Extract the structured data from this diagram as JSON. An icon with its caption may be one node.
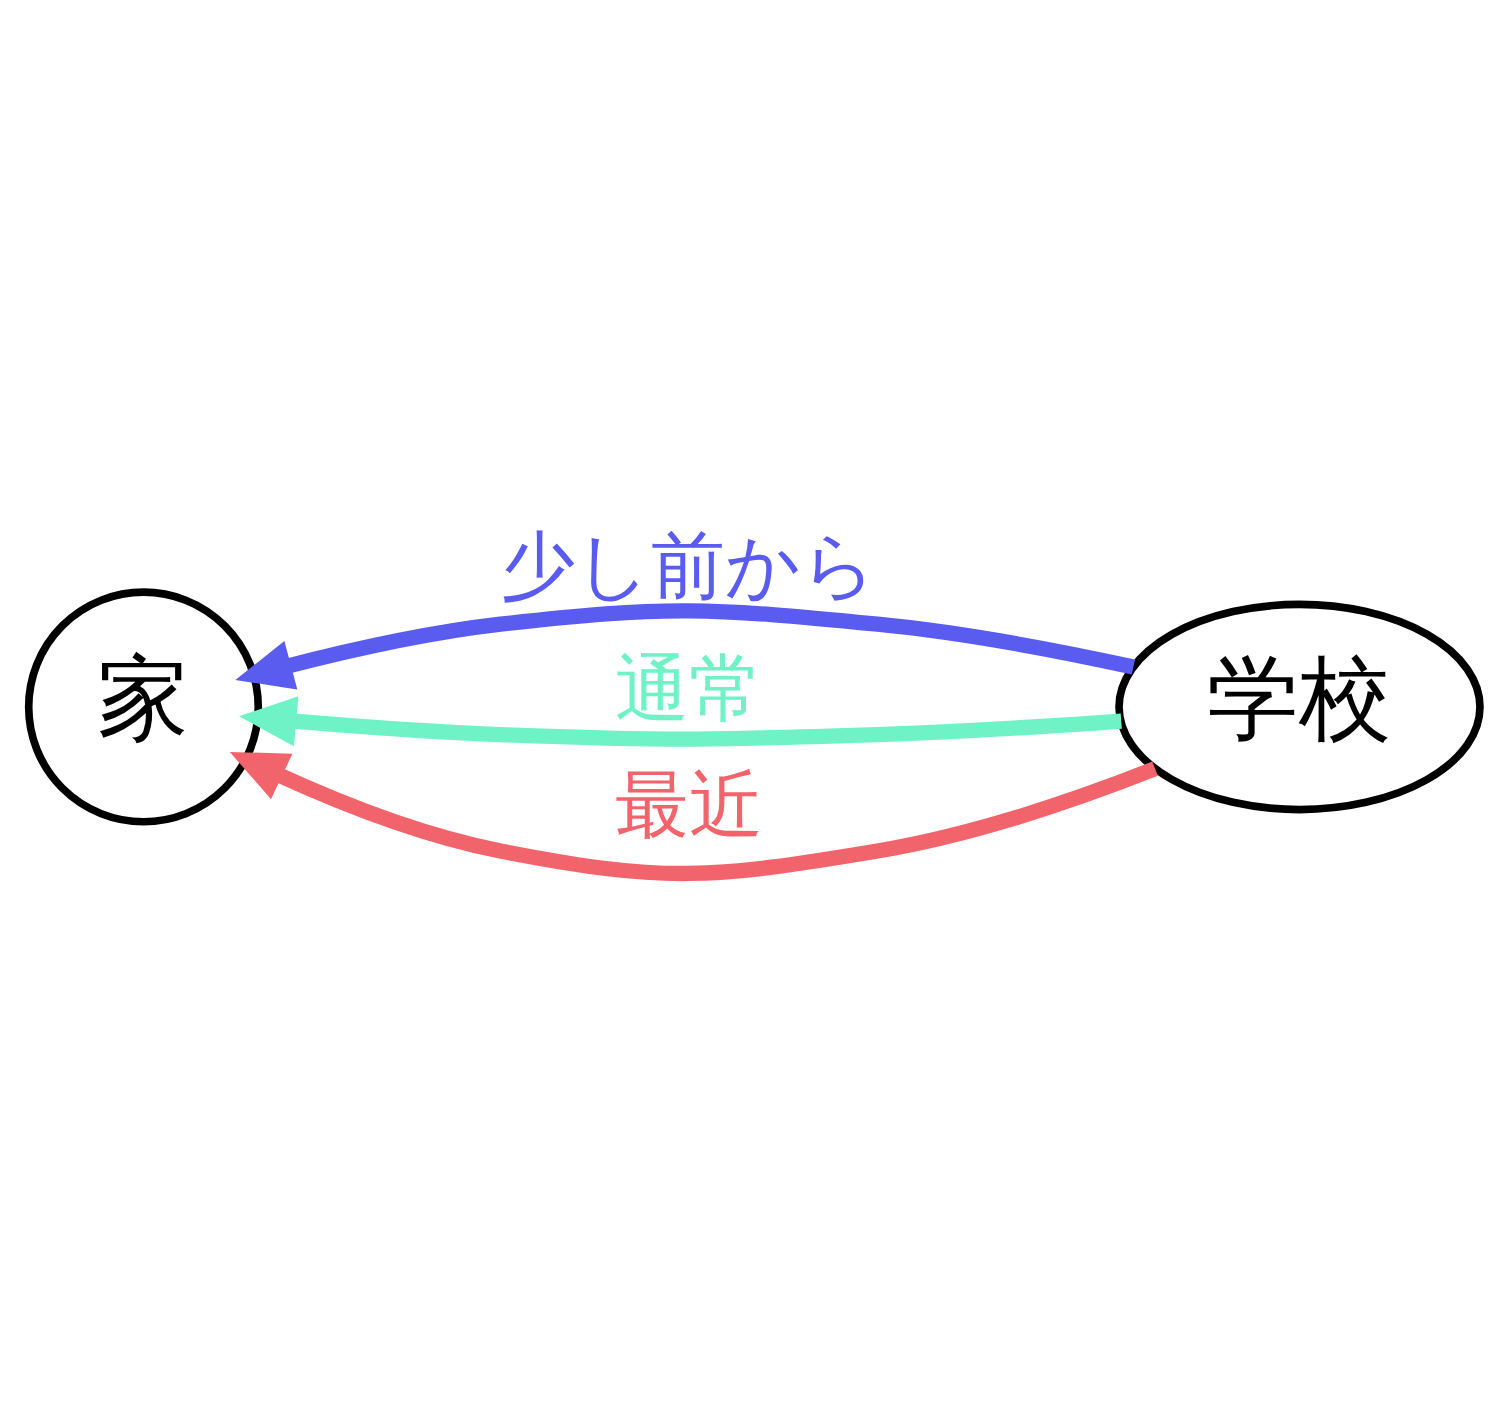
{
  "diagram": {
    "nodes": [
      {
        "text": [
          "家"
        ]
      },
      {
        "text": [
          "学校"
        ]
      }
    ],
    "edges": [
      {
        "from": 1,
        "to": 0,
        "arrow": "to",
        "label": "少し前から",
        "color": "#5a5cf0"
      },
      {
        "from": 1,
        "to": 0,
        "arrow": "to",
        "label": "通常",
        "color": "#6ef2c6"
      },
      {
        "from": 1,
        "to": 0,
        "arrow": "to",
        "label": "最近",
        "color": "#f2646c"
      }
    ]
  }
}
